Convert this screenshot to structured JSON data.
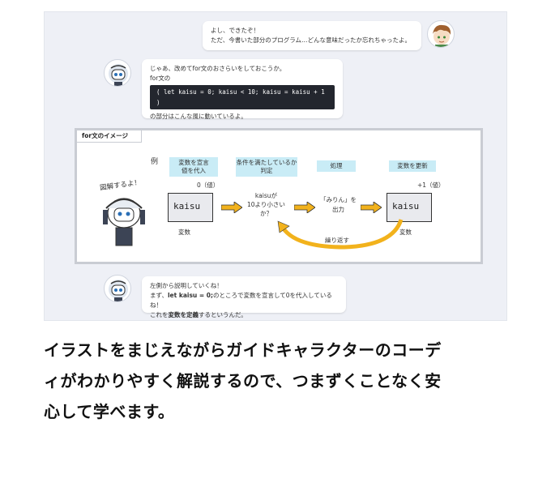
{
  "chat": {
    "msg1": {
      "line1": "よし、できたぞ！",
      "line2": "ただ、今書いた部分のプログラム…どんな意味だったか忘れちゃったよ。"
    },
    "msg2": {
      "line1": "じゃあ、改めてfor文のおさらいをしておこうか。",
      "line2": "for文の",
      "code": "( let kaisu = 0; kaisu < 10; kaisu = kaisu + 1 )",
      "line3": "の部分はこんな風に動いているよ。"
    },
    "msg3": {
      "line1": "左側から説明していくね！",
      "line2_pre": "まず、",
      "line2_code": "let kaisu = 0;",
      "line2_post": "のところで変数を宣言して0を代入しているね！",
      "line3_pre": "これを",
      "line3_strong": "変数を定義",
      "line3_post": "するというんだ。"
    }
  },
  "diagram": {
    "tab_label": "for文のイメージ",
    "example_label": "例",
    "shout": "図解するよ！",
    "steps": [
      "変数を宣言\n値を代入",
      "条件を満たしているか\n判定",
      "処理",
      "変数を更新"
    ],
    "box_label": "kaisu",
    "var_label": "変数",
    "zero_label": "0（値）",
    "plus_label": "+1（値）",
    "condition": "kaisuが\n10より小さい\nか？",
    "process": "「みりん」を\n出力",
    "repeat": "繰り返す"
  },
  "caption": {
    "line1": "イラストをまじえながらガイドキャラクターのコーデ",
    "line2": "ィがわかりやすく解説するので、つまずくことなく安",
    "line3": "心して学べます。"
  },
  "colors": {
    "accent_yellow": "#f2b21c",
    "step_cyan": "#c9ecf6",
    "code_bg": "#23262e"
  }
}
